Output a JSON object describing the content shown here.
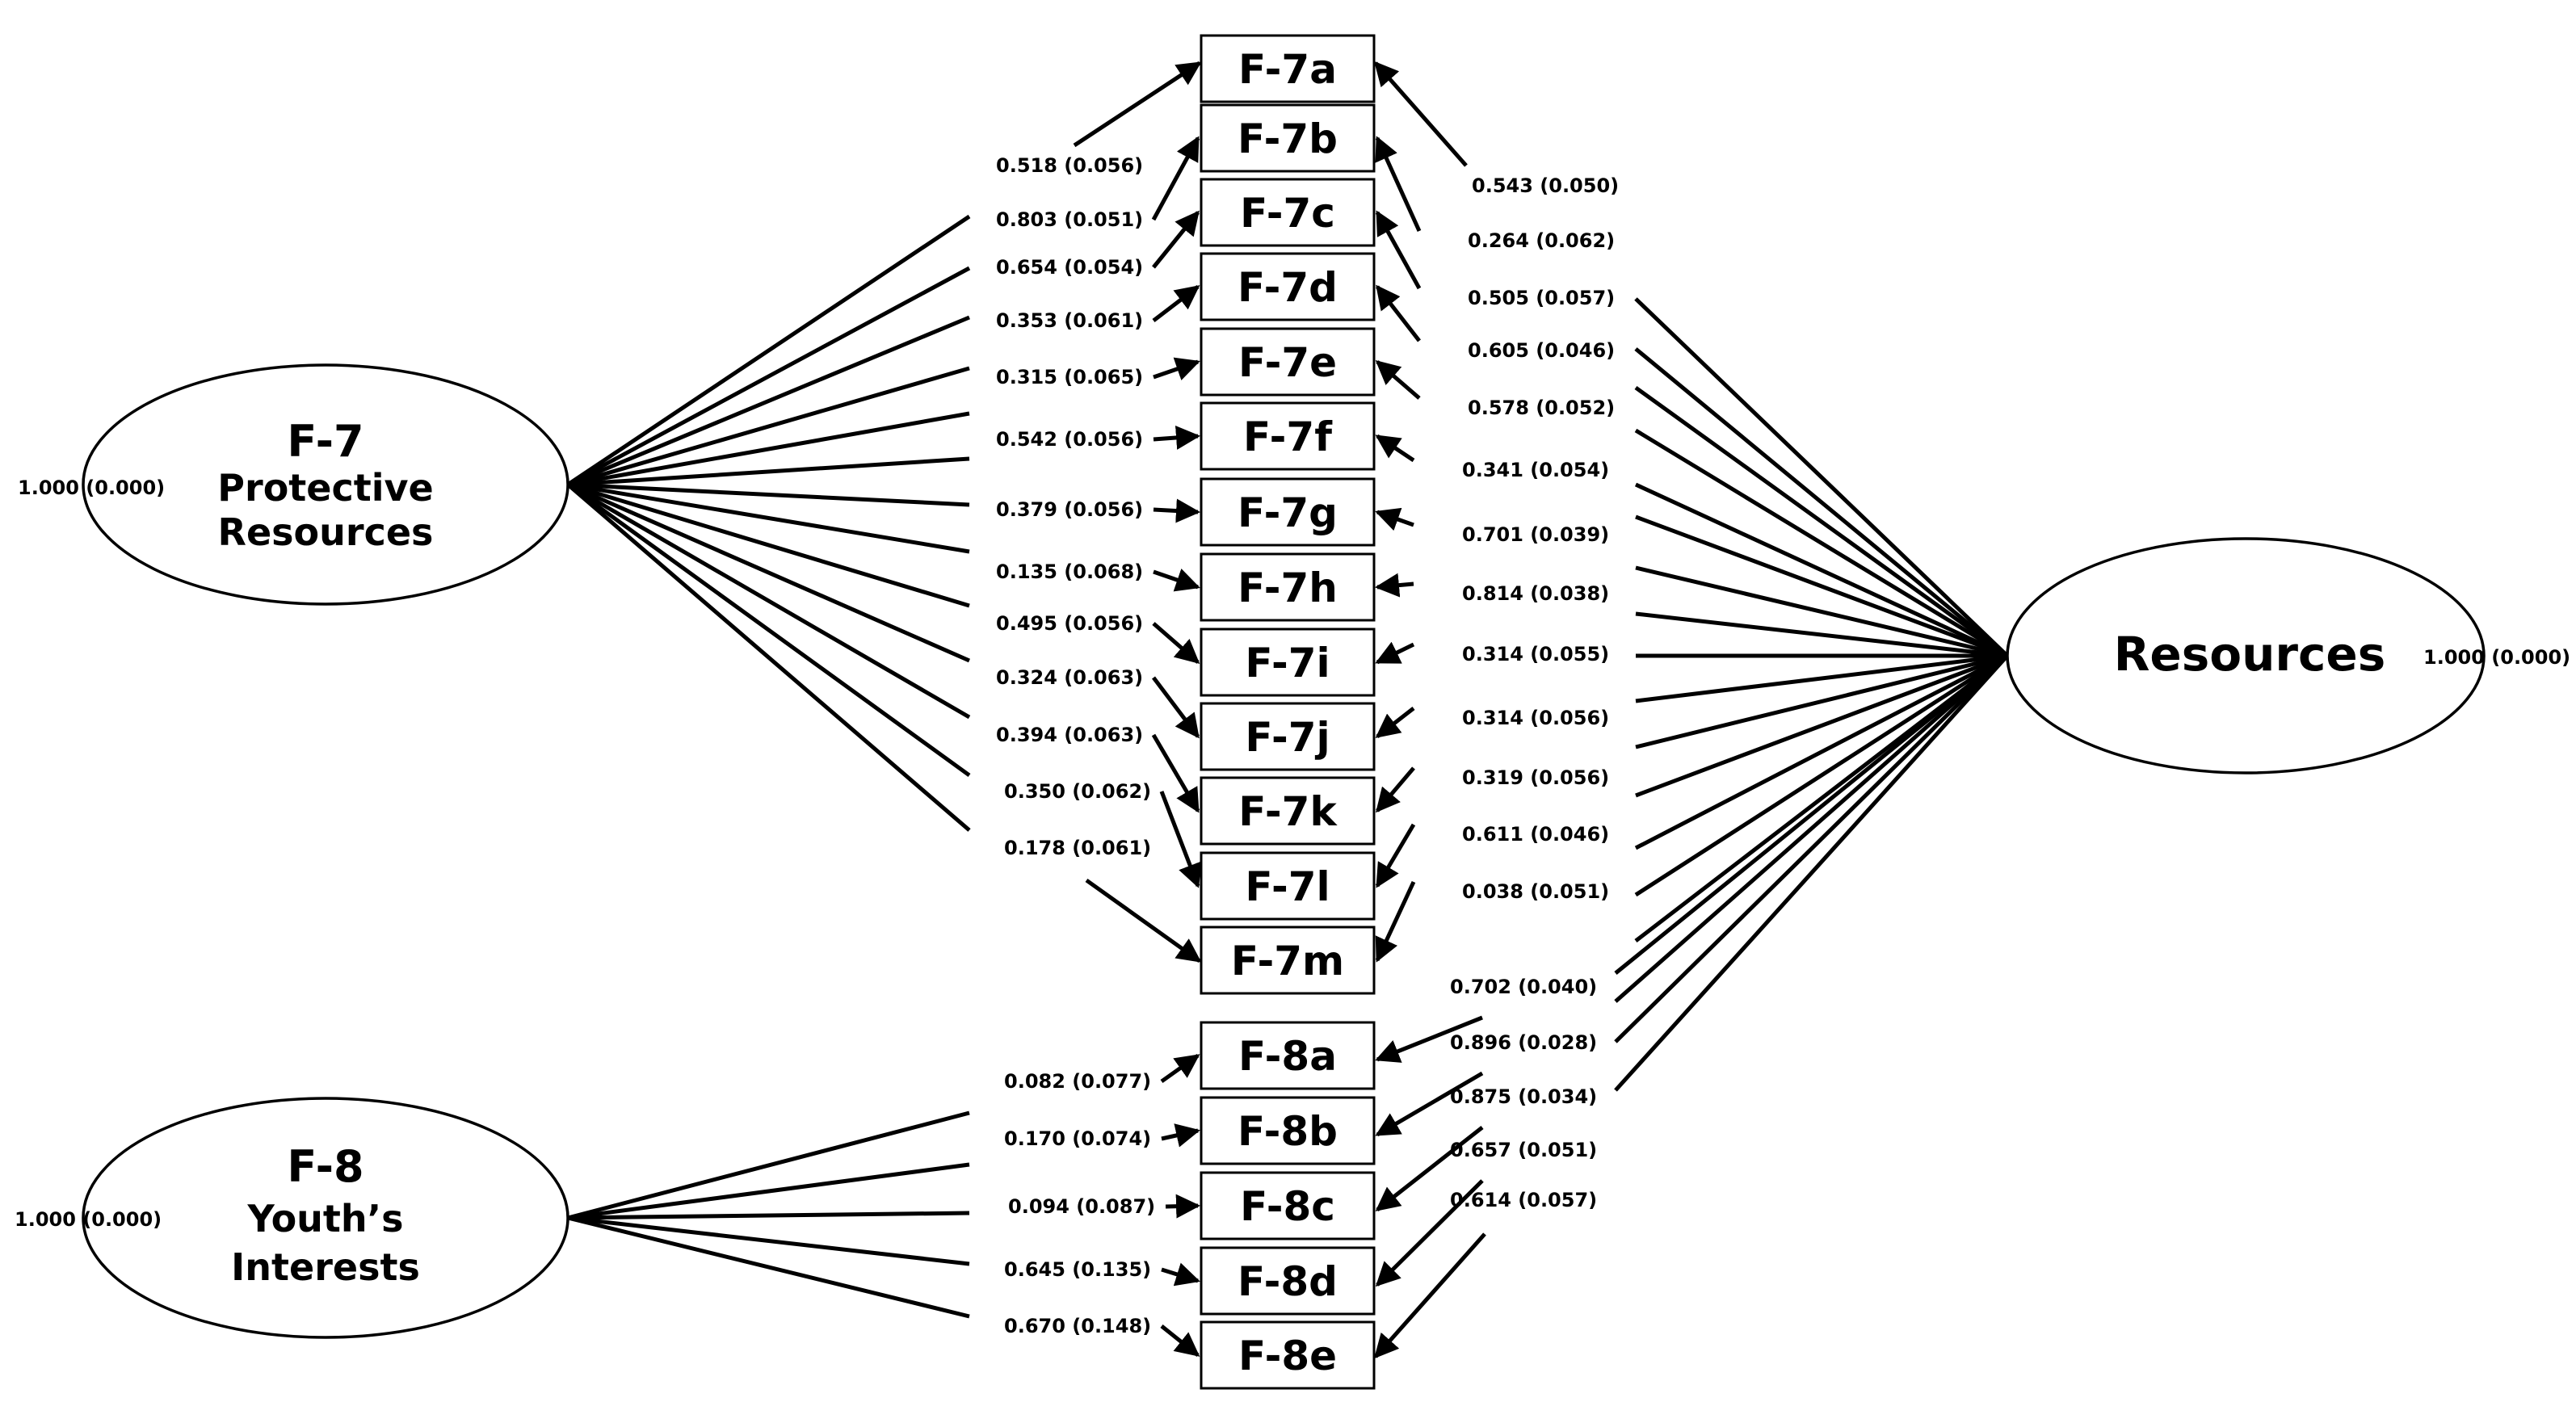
{
  "factors": [
    {
      "id": "f7",
      "line1": "F-7",
      "line2": "Protective",
      "line3": "Resources",
      "variance": "1.000 (0.000)"
    },
    {
      "id": "f8",
      "line1": "F-8",
      "line2": "Youth’s",
      "line3": "Interests",
      "variance": "1.000 (0.000)"
    },
    {
      "id": "res",
      "line1": "Resources",
      "variance": "1.000 (0.000)"
    }
  ],
  "variables": [
    "F-7a",
    "F-7b",
    "F-7c",
    "F-7d",
    "F-7e",
    "F-7f",
    "F-7g",
    "F-7h",
    "F-7i",
    "F-7j",
    "F-7k",
    "F-7l",
    "F-7m",
    "F-8a",
    "F-8b",
    "F-8c",
    "F-8d",
    "F-8e"
  ],
  "left_loadings": [
    "0.518 (0.056)",
    "0.803 (0.051)",
    "0.654 (0.054)",
    "0.353 (0.061)",
    "0.315 (0.065)",
    "0.542 (0.056)",
    "0.379 (0.056)",
    "0.135 (0.068)",
    "0.495 (0.056)",
    "0.324 (0.063)",
    "0.394 (0.063)",
    "0.350 (0.062)",
    "0.178 (0.061)",
    "0.082 (0.077)",
    "0.170 (0.074)",
    "0.094 (0.087)",
    "0.645 (0.135)",
    "0.670 (0.148)"
  ],
  "right_loadings": [
    "0.543 (0.050)",
    "0.264 (0.062)",
    "0.505 (0.057)",
    "0.605 (0.046)",
    "0.578 (0.052)",
    "0.341 (0.054)",
    "0.701 (0.039)",
    "0.814 (0.038)",
    "0.314 (0.055)",
    "0.314 (0.056)",
    "0.319 (0.056)",
    "0.611 (0.046)",
    "0.038 (0.051)",
    "0.702 (0.040)",
    "0.896 (0.028)",
    "0.875 (0.034)",
    "0.657 (0.051)",
    "0.614 (0.057)"
  ]
}
